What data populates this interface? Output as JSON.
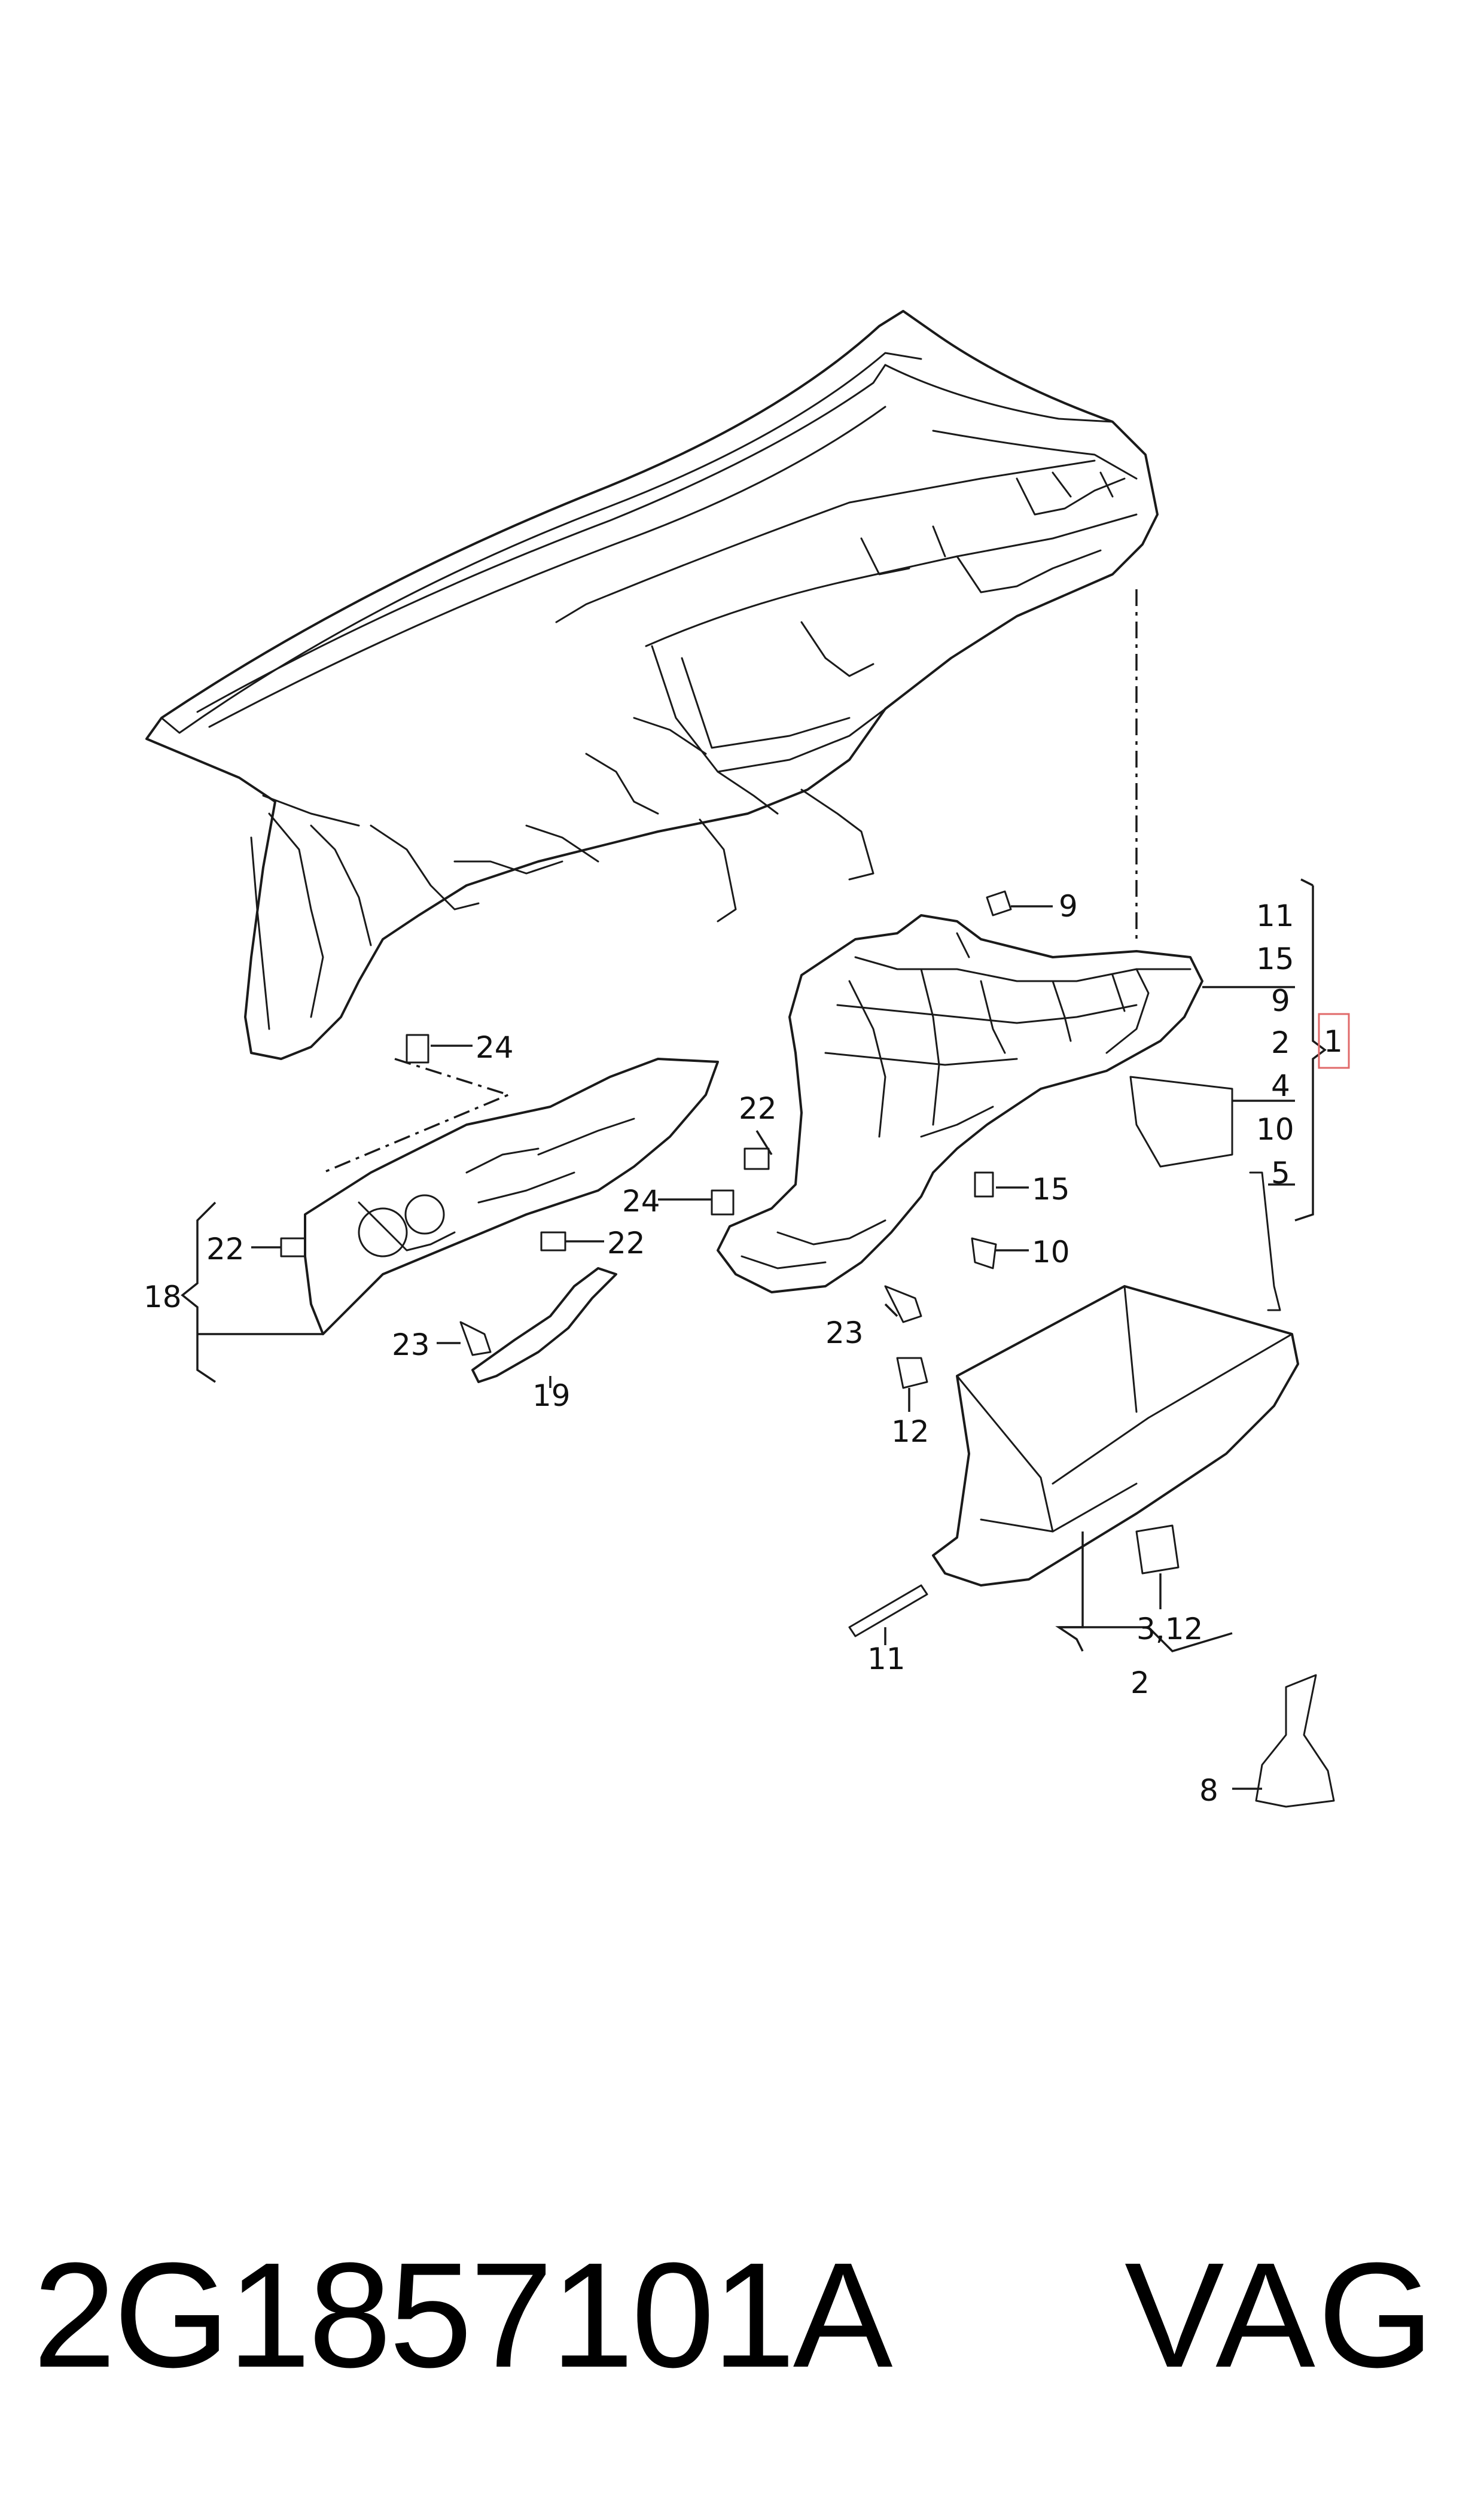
{
  "diagram": {
    "callouts": [
      {
        "id": "c-9-top",
        "text": "9"
      },
      {
        "id": "c-11-r",
        "text": "11"
      },
      {
        "id": "c-15-r",
        "text": "15"
      },
      {
        "id": "c-9-r",
        "text": "9"
      },
      {
        "id": "c-2-r",
        "text": "2"
      },
      {
        "id": "c-1",
        "text": "1"
      },
      {
        "id": "c-4",
        "text": "4"
      },
      {
        "id": "c-10-r",
        "text": "10"
      },
      {
        "id": "c-5",
        "text": "5"
      },
      {
        "id": "c-24-a",
        "text": "24"
      },
      {
        "id": "c-22-a",
        "text": "22"
      },
      {
        "id": "c-24-b",
        "text": "24"
      },
      {
        "id": "c-15-m",
        "text": "15"
      },
      {
        "id": "c-10-m",
        "text": "10"
      },
      {
        "id": "c-22-l",
        "text": "22"
      },
      {
        "id": "c-22-m",
        "text": "22"
      },
      {
        "id": "c-18",
        "text": "18"
      },
      {
        "id": "c-23-l",
        "text": "23"
      },
      {
        "id": "c-19",
        "text": "19"
      },
      {
        "id": "c-23-m",
        "text": "23"
      },
      {
        "id": "c-12",
        "text": "12"
      },
      {
        "id": "c-11-b",
        "text": "11"
      },
      {
        "id": "c-3-12",
        "text": "3,12"
      },
      {
        "id": "c-2-b",
        "text": "2"
      },
      {
        "id": "c-8",
        "text": "8"
      }
    ]
  },
  "footer": {
    "part_number": "2G1857101A",
    "brand": "VAG"
  },
  "colors": {
    "line": "#1a1a1a",
    "highlight": "#e06a6a"
  }
}
